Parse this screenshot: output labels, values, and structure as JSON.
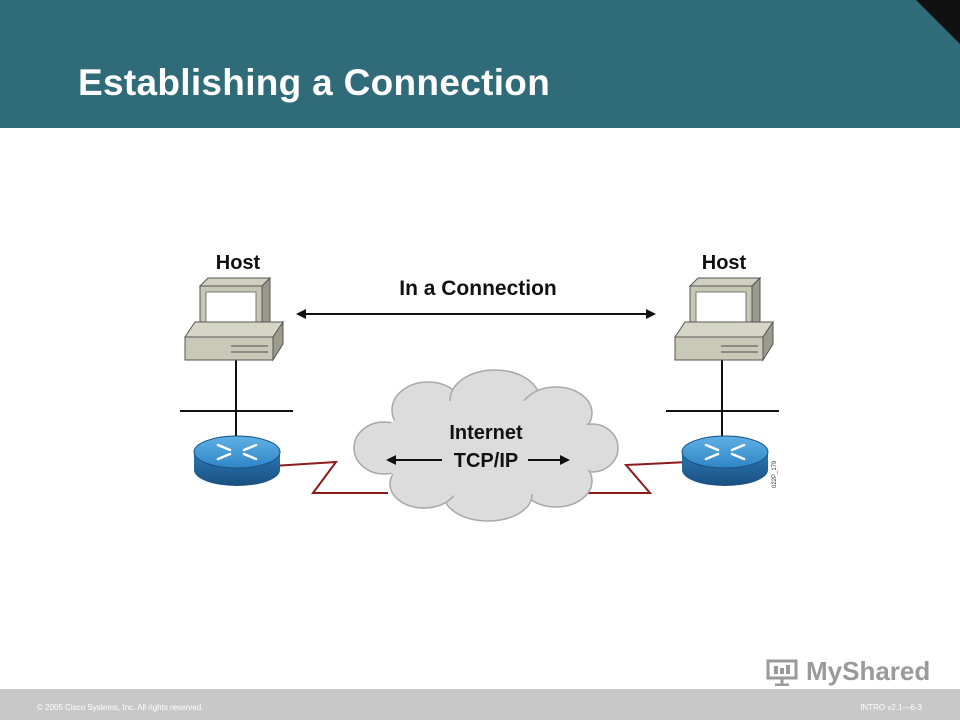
{
  "slide": {
    "title": "Establishing a Connection"
  },
  "diagram": {
    "left_host_label": "Host",
    "right_host_label": "Host",
    "connection_label": "In a Connection",
    "cloud_label_line1": "Internet",
    "cloud_label_line2": "TCP/IP",
    "figure_code": "022P_179"
  },
  "footer": {
    "copyright": "© 2005 Cisco Systems, Inc. All rights reserved.",
    "slide_number": "INTRO v2.1—6-3",
    "logo_text": "MyShared"
  },
  "colors": {
    "header": "#2f6b78",
    "router_blue": "#2f86c6",
    "serial_link_red": "#b22222",
    "cloud_gray": "#dcdcdc",
    "footer_gray": "#c8c8c8"
  }
}
